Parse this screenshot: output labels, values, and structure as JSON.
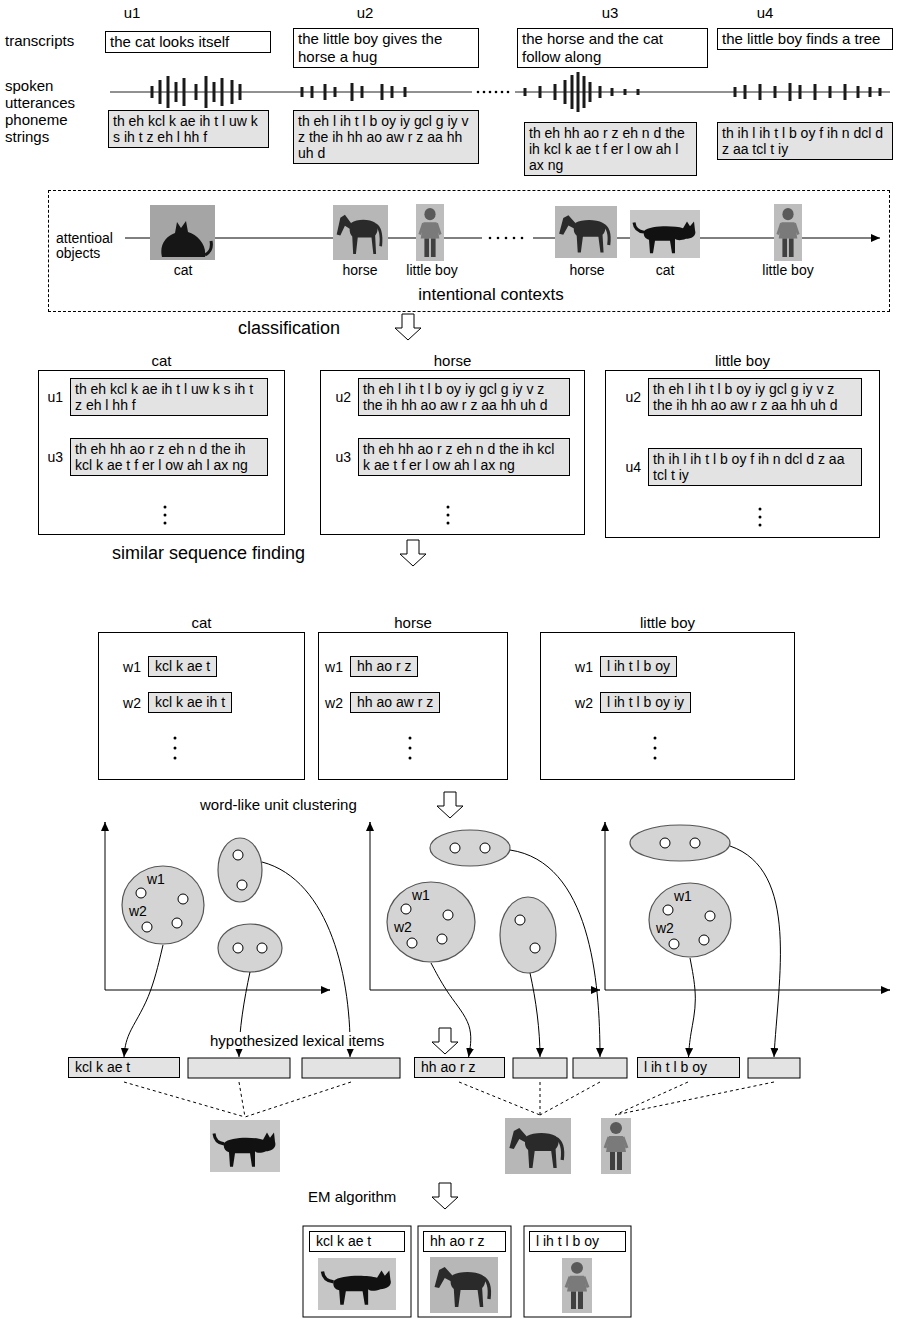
{
  "diagram": {
    "nodes": [
      {
        "text": [
          "the cat looks itself"
        ]
      },
      {
        "text": [
          "the little boy gives the horse a hug"
        ]
      },
      {
        "text": [
          "the horse and the cat follow along"
        ]
      },
      {
        "text": [
          "the little boy finds a tree"
        ]
      },
      {
        "text": [
          "th eh kcl k ae ih t l uw k s ih t z eh l hh f"
        ]
      },
      {
        "text": [
          "th eh l ih t l b oy iy gcl g iy v z the ih hh ao aw r z aa hh uh d"
        ]
      },
      {
        "text": [
          "th eh hh ao r z eh n d the ih kcl k ae t f er l ow ah l ax ng"
        ]
      },
      {
        "text": [
          "th ih l ih t l b oy f ih n dcl d z aa tcl t iy"
        ]
      },
      {
        "text": [
          "attentioal objects",
          "intentional contexts"
        ]
      },
      {
        "text": [
          "cat"
        ]
      },
      {
        "text": [
          "u1",
          "th eh kcl k ae ih t l uw k s ih t z eh l hh f"
        ],
        "in": 9
      },
      {
        "text": [
          "u3",
          "th eh hh ao r z eh n d the ih kcl k ae t f er l ow ah l ax ng"
        ],
        "in": 9
      },
      {
        "text": [
          "horse"
        ]
      },
      {
        "text": [
          "u2",
          "th eh l ih t l b oy iy gcl g iy v z the ih hh ao aw r z aa hh uh d"
        ],
        "in": 12
      },
      {
        "text": [
          "u3",
          "th eh hh ao r z eh n d the ih kcl k ae t f er l ow ah l ax ng"
        ],
        "in": 12
      },
      {
        "text": [
          "little boy"
        ]
      },
      {
        "text": [
          "u2",
          "th eh l ih t l b oy iy gcl g iy v z the ih hh ao aw r z aa hh uh d"
        ],
        "in": 15
      },
      {
        "text": [
          "u4",
          "th ih l ih t l b oy f ih n dcl d z aa tcl t iy"
        ],
        "in": 15
      },
      {
        "text": [
          "cat"
        ]
      },
      {
        "text": [
          "w1",
          "kcl k ae t"
        ],
        "in": 18
      },
      {
        "text": [
          "w2",
          "kcl k ae ih t"
        ],
        "in": 18
      },
      {
        "text": [
          "horse"
        ]
      },
      {
        "text": [
          "w1",
          "hh ao r z"
        ],
        "in": 21
      },
      {
        "text": [
          "w2",
          "hh ao aw r z"
        ],
        "in": 21
      },
      {
        "text": [
          "little boy"
        ]
      },
      {
        "text": [
          "w1",
          "l ih t l b oy"
        ],
        "in": 24
      },
      {
        "text": [
          "w2",
          "l ih t l b oy iy"
        ],
        "in": 24
      },
      {
        "text": [
          "w1",
          "w2"
        ]
      },
      {
        "text": [
          "w1",
          "w2"
        ]
      },
      {
        "text": [
          "w1",
          "w2"
        ]
      },
      {
        "text": [
          "kcl k ae t"
        ]
      },
      {
        "text": [
          "hh ao r z"
        ]
      },
      {
        "text": [
          "l ih t l b oy"
        ]
      },
      {
        "text": [
          "kcl k ae t"
        ]
      },
      {
        "text": [
          "hh ao r z"
        ]
      },
      {
        "text": [
          "l ih t l b oy"
        ]
      }
    ],
    "edges": [
      {
        "from": 27,
        "to": 30,
        "arrow": "to"
      },
      {
        "from": 28,
        "to": 31,
        "arrow": "to"
      },
      {
        "from": 29,
        "to": 32,
        "arrow": "to"
      }
    ],
    "labels": [
      "u1",
      "u2",
      "u3",
      "u4",
      "transcripts",
      "spoken utterances",
      "phoneme strings",
      "cat",
      "horse",
      "little boy",
      "horse",
      "cat",
      "little boy",
      "classification",
      "similar sequence finding",
      "word-like unit clustering",
      "hypothesized lexical items",
      "EM algorithm"
    ]
  }
}
